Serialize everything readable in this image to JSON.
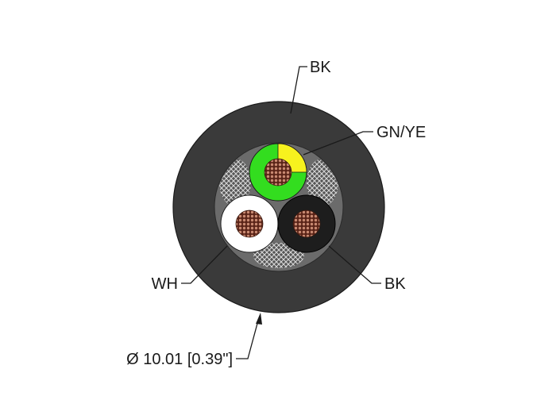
{
  "labels": {
    "jacket": "BK",
    "ground": "GN/YE",
    "white": "WH",
    "black": "BK",
    "diameter": "Ø 10.01 [0.39\"]"
  },
  "colors": {
    "jacket": "#3a3a3a",
    "inner": "#6b6b6b",
    "green": "#33dd1f",
    "yellow": "#f7f21e",
    "white": "#ffffff",
    "black": "#1d1d1d",
    "copper": "#7a3b2e"
  }
}
